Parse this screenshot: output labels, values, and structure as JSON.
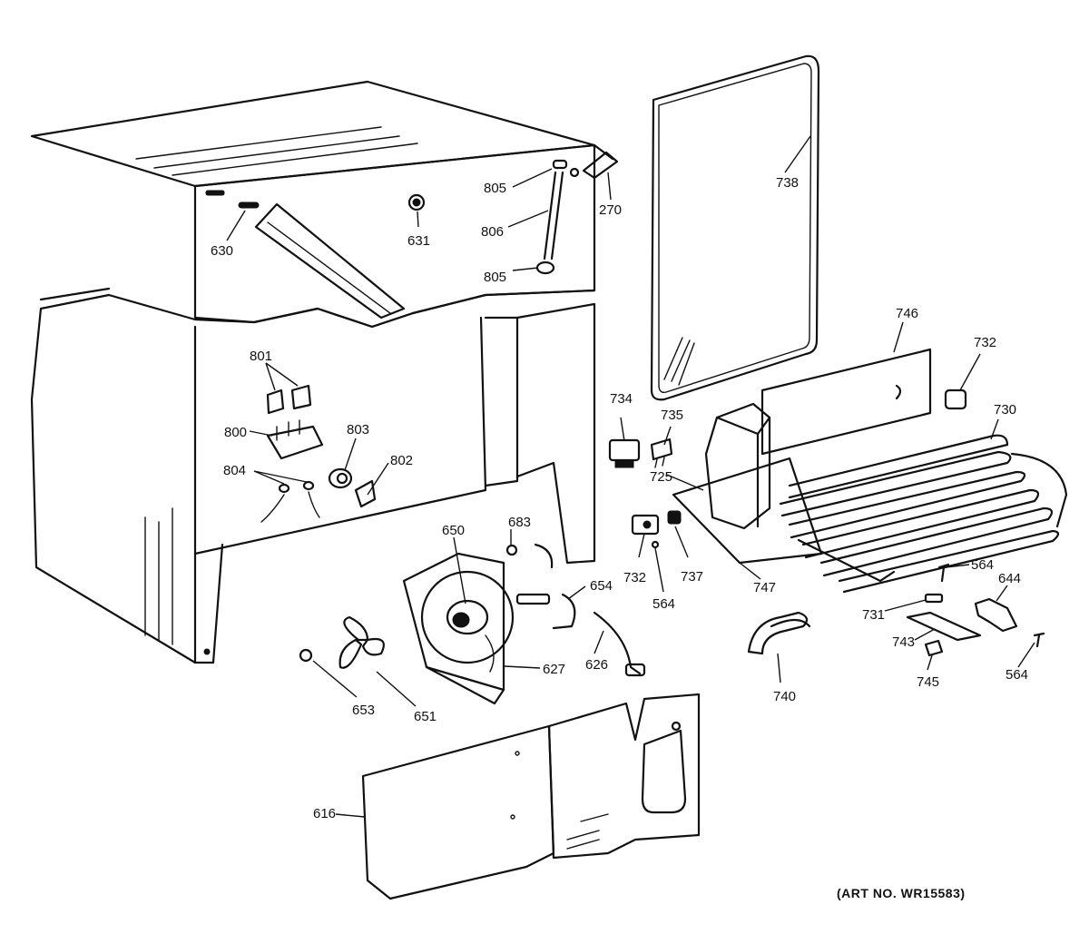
{
  "art_number": "(ART NO. WR15583)",
  "labels": {
    "l630": "630",
    "l631": "631",
    "l805a": "805",
    "l806": "806",
    "l805b": "805",
    "l270": "270",
    "l738": "738",
    "l746": "746",
    "l732a": "732",
    "l730": "730",
    "l734": "734",
    "l735": "735",
    "l725": "725",
    "l801": "801",
    "l800": "800",
    "l803": "803",
    "l802": "802",
    "l804": "804",
    "l650": "650",
    "l683": "683",
    "l654": "654",
    "l626": "626",
    "l627": "627",
    "l653": "653",
    "l651": "651",
    "l732b": "732",
    "l564a": "564",
    "l737": "737",
    "l747": "747",
    "l740": "740",
    "l564b": "564",
    "l644": "644",
    "l731": "731",
    "l743": "743",
    "l745": "745",
    "l564c": "564",
    "l616": "616"
  }
}
